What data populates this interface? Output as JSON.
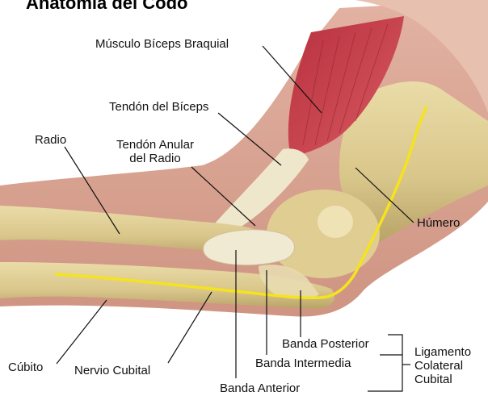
{
  "title": "Anatomía del Codo",
  "labels": {
    "biceps_muscle": "Músculo Bíceps Braquial",
    "biceps_tendon": "Tendón del Bíceps",
    "radio": "Radio",
    "annular_line1": "Tendón Anular",
    "annular_line2": "del Radio",
    "humero": "Húmero",
    "cubito": "Cúbito",
    "ulnar_nerve": "Nervio Cubital",
    "band_posterior": "Banda Posterior",
    "band_intermedia": "Banda Intermedia",
    "band_anterior": "Banda Anterior",
    "ligament_line1": "Ligamento",
    "ligament_line2": "Colateral",
    "ligament_line3": "Cubital"
  },
  "colors": {
    "skin": "#d9a493",
    "skin_dark": "#c48676",
    "muscle": "#c6404d",
    "bone": "#e3d29b",
    "bone_shadow": "#b9a46a",
    "nerve": "#f2e21d",
    "ligament": "#f0ead6"
  }
}
